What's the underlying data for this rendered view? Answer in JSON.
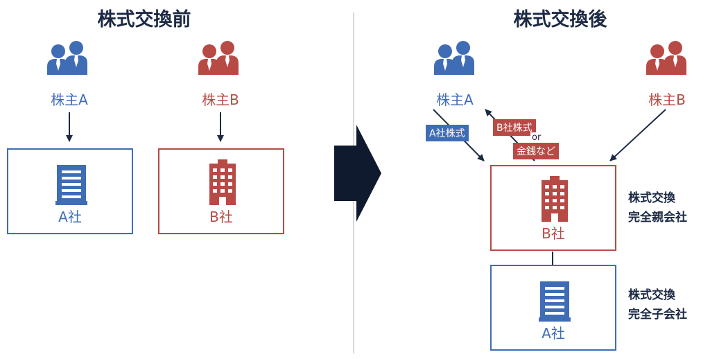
{
  "before": {
    "title": "株式交換前",
    "shareholder_a": "株主A",
    "shareholder_b": "株主B",
    "company_a": "A社",
    "company_b": "B社"
  },
  "after": {
    "title": "株式交換後",
    "shareholder_a": "株主A",
    "shareholder_b": "株主B",
    "tag_a_shares": "A社株式",
    "tag_b_shares": "B社株式",
    "tag_or": "or",
    "tag_money": "金銭など",
    "company_b": "B社",
    "company_a": "A社",
    "parent_line1": "株式交換",
    "parent_line2": "完全親会社",
    "child_line1": "株式交換",
    "child_line2": "完全子会社"
  },
  "colors": {
    "blue": "#3f6db5",
    "red": "#b84a46",
    "navy": "#1c2a44",
    "divider": "#cccccc"
  },
  "icons": [
    "people-icon",
    "building-icon",
    "arrow-right-icon"
  ]
}
